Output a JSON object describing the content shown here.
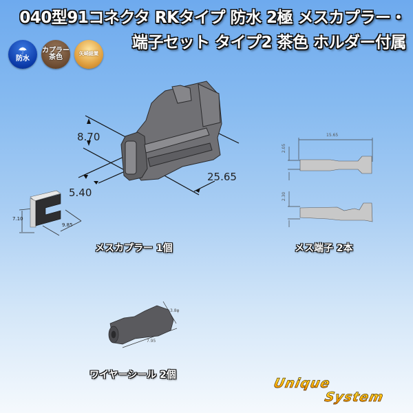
{
  "title": {
    "line1": "040型91コネクタ RKタイプ 防水 2極 メスカプラー・",
    "line2": "端子セット タイプ2 茶色 ホルダー付属"
  },
  "badges": [
    {
      "icon": "umbrella-icon",
      "glyph": "☂",
      "label": "防水",
      "color": "#0b3aa8"
    },
    {
      "label_line1": "カプラー",
      "label_line2": "茶色",
      "color": "#6b4a30"
    },
    {
      "label": "矢崎総業",
      "color": "#e0a040"
    }
  ],
  "coupler": {
    "dims": {
      "height": "8.70",
      "width": "5.40",
      "length": "25.65"
    },
    "color": "#6e6e70"
  },
  "holder": {
    "dims": {
      "height": "7.10",
      "depth": "9.85"
    }
  },
  "terminal": {
    "dims": {
      "length": "15.65",
      "width": "2.05",
      "height": "2.30"
    }
  },
  "seal": {
    "dims": {
      "diameter": "3.8φ",
      "length": "7.95"
    }
  },
  "captions": {
    "coupler": "メスカプラー 1個",
    "terminal": "メス端子 2本",
    "seal": "ワイヤーシール 2個"
  },
  "logo": {
    "line1": "Unique",
    "line2": "System"
  }
}
